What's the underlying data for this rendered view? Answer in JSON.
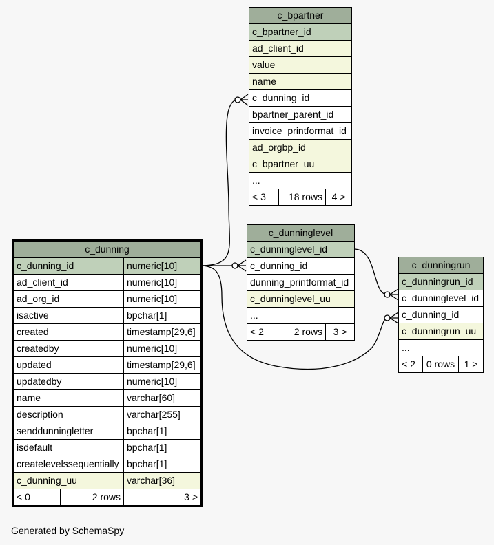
{
  "footer": "Generated by SchemaSpy",
  "tables": {
    "c_dunning": {
      "name": "c_dunning",
      "columns": [
        {
          "name": "c_dunning_id",
          "type": "numeric[10]"
        },
        {
          "name": "ad_client_id",
          "type": "numeric[10]"
        },
        {
          "name": "ad_org_id",
          "type": "numeric[10]"
        },
        {
          "name": "isactive",
          "type": "bpchar[1]"
        },
        {
          "name": "created",
          "type": "timestamp[29,6]"
        },
        {
          "name": "createdby",
          "type": "numeric[10]"
        },
        {
          "name": "updated",
          "type": "timestamp[29,6]"
        },
        {
          "name": "updatedby",
          "type": "numeric[10]"
        },
        {
          "name": "name",
          "type": "varchar[60]"
        },
        {
          "name": "description",
          "type": "varchar[255]"
        },
        {
          "name": "senddunningletter",
          "type": "bpchar[1]"
        },
        {
          "name": "isdefault",
          "type": "bpchar[1]"
        },
        {
          "name": "createlevelssequentially",
          "type": "bpchar[1]"
        },
        {
          "name": "c_dunning_uu",
          "type": "varchar[36]"
        }
      ],
      "footer": {
        "parents": "< 0",
        "rows": "2 rows",
        "children": "3 >"
      }
    },
    "c_bpartner": {
      "name": "c_bpartner",
      "columns": [
        "c_bpartner_id",
        "ad_client_id",
        "value",
        "name",
        "c_dunning_id",
        "bpartner_parent_id",
        "invoice_printformat_id",
        "ad_orgbp_id",
        "c_bpartner_uu",
        "..."
      ],
      "footer": {
        "parents": "< 3",
        "rows": "18 rows",
        "children": "4 >"
      }
    },
    "c_dunninglevel": {
      "name": "c_dunninglevel",
      "columns": [
        "c_dunninglevel_id",
        "c_dunning_id",
        "dunning_printformat_id",
        "c_dunninglevel_uu",
        "..."
      ],
      "footer": {
        "parents": "< 2",
        "rows": "2 rows",
        "children": "3 >"
      }
    },
    "c_dunningrun": {
      "name": "c_dunningrun",
      "columns": [
        "c_dunningrun_id",
        "c_dunninglevel_id",
        "c_dunning_id",
        "c_dunningrun_uu",
        "..."
      ],
      "footer": {
        "parents": "< 2",
        "rows": "0 rows",
        "children": "1 >"
      }
    }
  },
  "colors": {
    "header": "#9fae9a",
    "primary_key": "#bfd0b9",
    "indexed": "#f4f7dd",
    "background": "#f7f7f7"
  }
}
